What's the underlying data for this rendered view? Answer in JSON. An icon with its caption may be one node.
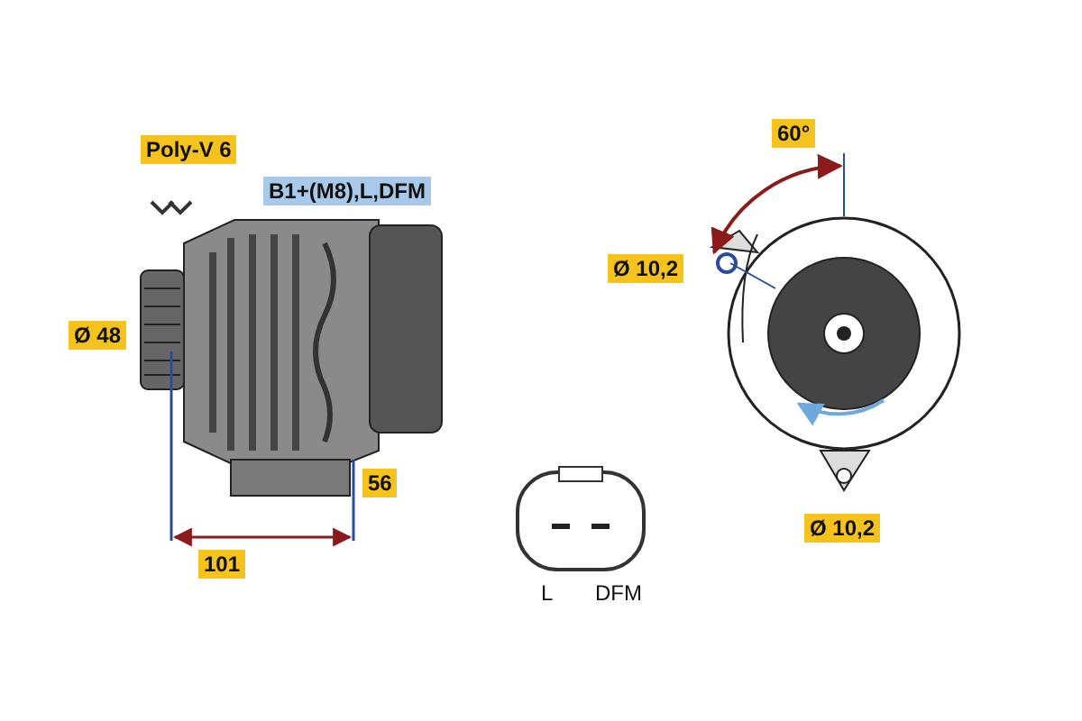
{
  "diagram": {
    "labels": [
      "Poly-V 6",
      "B1+(M8),L,DFM",
      "Ø 48",
      "56",
      "101",
      "60°",
      "Ø 10,2",
      "Ø 10,2",
      "L",
      "DFM"
    ]
  }
}
